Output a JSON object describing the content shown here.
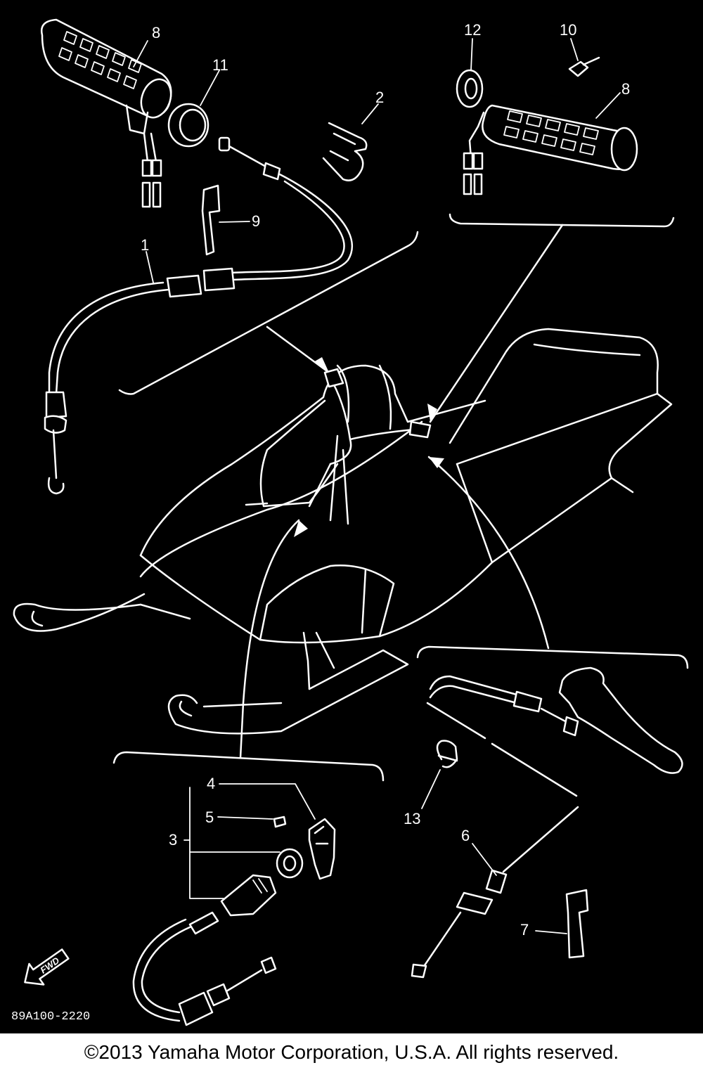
{
  "diagram": {
    "callouts": {
      "c1": "1",
      "c2": "2",
      "c3": "3",
      "c4": "4",
      "c5": "5",
      "c6": "6",
      "c7": "7",
      "c8a": "8",
      "c8b": "8",
      "c9": "9",
      "c10": "10",
      "c11": "11",
      "c12": "12",
      "c13": "13"
    },
    "diagram_code": "89A100-2220",
    "direction_label": "FWD",
    "colors": {
      "background": "#000000",
      "line": "#ffffff",
      "page": "#ffffff"
    }
  },
  "footer": {
    "copyright": "©2013 Yamaha Motor Corporation, U.S.A. All rights reserved."
  }
}
